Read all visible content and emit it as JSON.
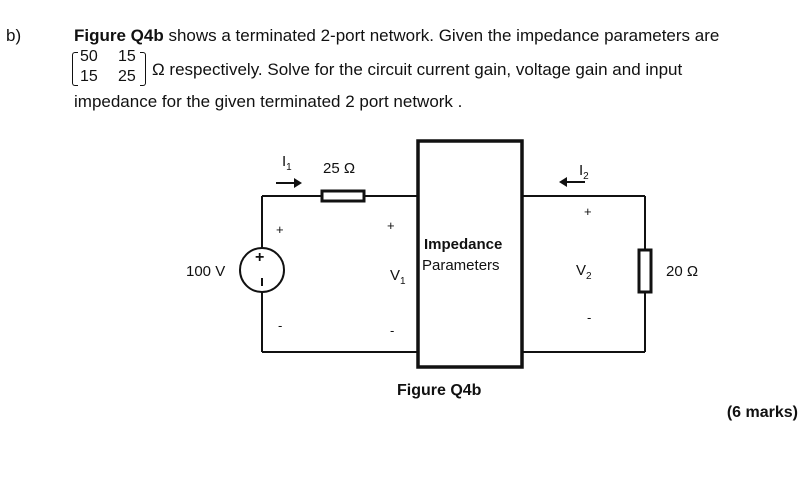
{
  "question": {
    "label": "b)",
    "figure_ref": "Figure Q4b",
    "line1_rest": " shows a terminated 2-port network. Given the impedance parameters are",
    "matrix": {
      "z11": "50",
      "z12": "15",
      "z21": "15",
      "z22": "25"
    },
    "line2_rest": "Ω respectively. Solve for the circuit current gain, voltage gain and input",
    "line3": "impedance for the given terminated 2 port network .",
    "marks": "(6 marks)"
  },
  "circuit": {
    "source_label": "100 V",
    "series_resistor": "25 Ω",
    "load_resistor": "20 Ω",
    "i1_label": "I",
    "i1_sub": "1",
    "i2_label": "I",
    "i2_sub": "2",
    "v1_label": "V",
    "v1_sub": "1",
    "v2_label": "V",
    "v2_sub": "2",
    "box_line1": "Impedance",
    "box_line2": "Parameters",
    "plus": "+",
    "minus": "-",
    "figure_caption": "Figure Q4b"
  }
}
